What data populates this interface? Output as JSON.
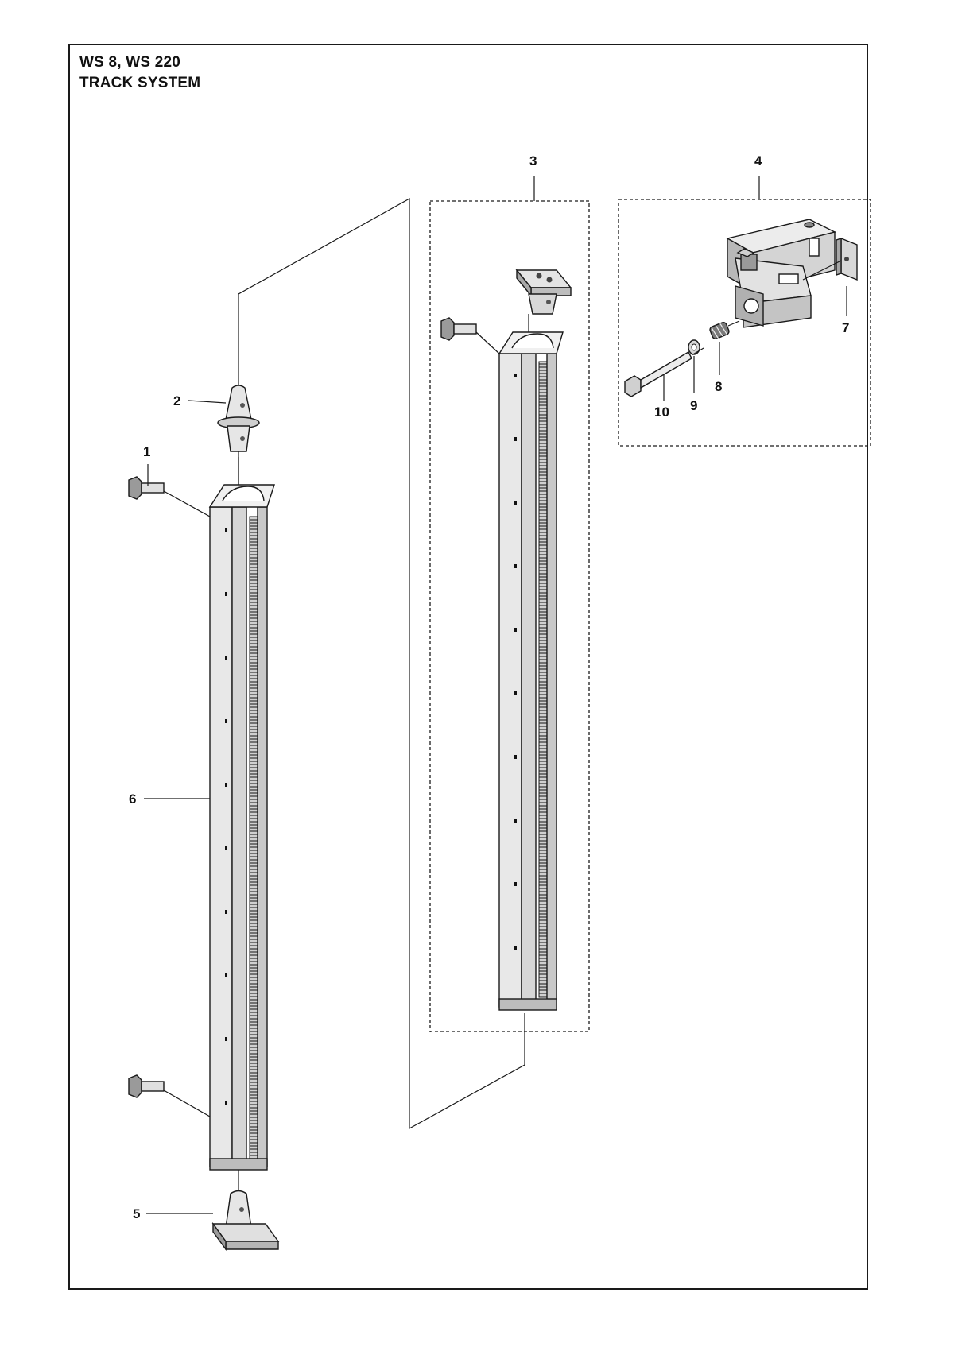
{
  "title": {
    "line1": "WS 8, WS 220",
    "line2": "TRACK SYSTEM"
  },
  "callouts": {
    "c1": "1",
    "c2": "2",
    "c3": "3",
    "c4": "4",
    "c5": "5",
    "c6": "6",
    "c7": "7",
    "c8": "8",
    "c9": "9",
    "c10": "10"
  },
  "colors": {
    "line": "#1a1a1a",
    "part_light": "#e8e8e8",
    "part_mid": "#c9c9c9",
    "part_dark": "#8a8a8a"
  }
}
